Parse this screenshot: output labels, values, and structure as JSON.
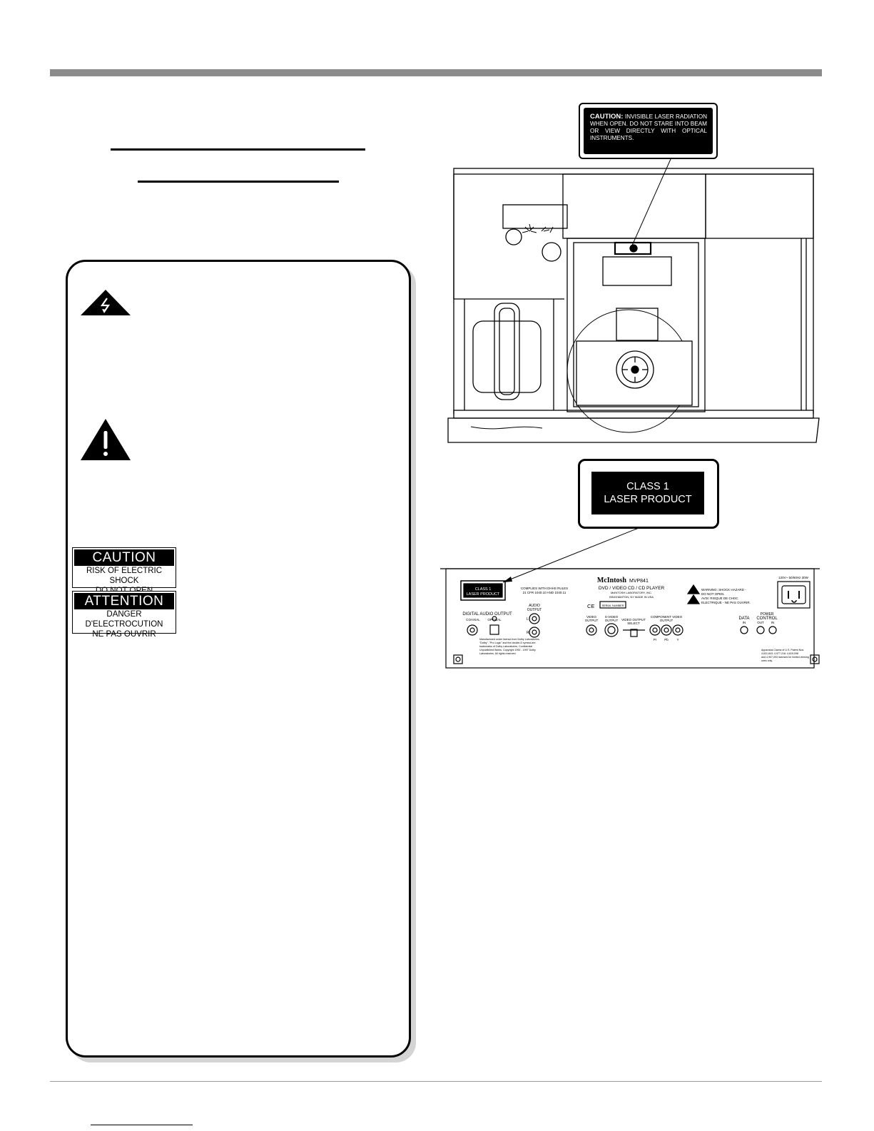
{
  "stickers": {
    "caution": {
      "head": "CAUTION",
      "line1": "RISK OF ELECTRIC SHOCK",
      "line2": "DO NOT OPEN"
    },
    "attention": {
      "head": "ATTENTION",
      "line1": "DANGER D'ELECTROCUTION",
      "line2": "NE PAS OUVRIR"
    }
  },
  "laser_caution_label": {
    "lead": "CAUTION:",
    "text": "INVISIBLE LASER RADIATION WHEN OPEN. DO NOT STARE INTO BEAM OR VIEW DIRECTLY WITH OPTICAL INSTRUMENTS."
  },
  "class1_label": {
    "line1": "CLASS 1",
    "line2": "LASER PRODUCT"
  },
  "rear_panel": {
    "class_label_1": "CLASS 1",
    "class_label_2": "LASER PRODUCT",
    "complies_1": "COMPLIES WITH DHHS RULES",
    "complies_2": "21 CFR 1040.10 AND 1040.11",
    "brand": "McIntosh",
    "model": "MVP841",
    "product": "DVD / VIDEO CD / CD PLAYER",
    "maker_1": "McINTOSH LABORATORY, INC.",
    "maker_2": "BINGHAMTON, NY   MADE IN USA",
    "ce_mark": "CE",
    "serial": "SERIAL NUMBER",
    "warning_1": "WARNING: SHOCK HAZARD -",
    "warning_2": "DO NOT OPEN.",
    "warning_3": "AVIS: RISQUE DE CHOC",
    "warning_4": "ELECTRIQUE - NE PAS OUVRIR.",
    "power_rating": "120V~ 50/60Hz 30W",
    "digital_audio_output": "DIGITAL AUDIO OUTPUT",
    "coaxial": "COAXIAL",
    "optical": "OPTICAL",
    "audio_output_1": "AUDIO",
    "audio_output_2": "OUTPUT",
    "left": "L",
    "right": "R",
    "video_output_1": "VIDEO",
    "video_output_2": "OUTPUT",
    "svideo_output_1": "S-VIDEO",
    "svideo_output_2": "OUTPUT",
    "video_output_select_1": "VIDEO OUTPUT",
    "video_output_select_2": "SELECT",
    "component_video_1": "COMPONENT VIDEO",
    "component_video_2": "OUTPUT",
    "pr": "Pr",
    "pb": "Pb",
    "y": "Y",
    "data": "DATA",
    "data_in": "IN",
    "power_control_1": "POWER",
    "power_control_2": "CONTROL",
    "pc_out": "OUT",
    "pc_in": "IN",
    "dolby_1": "Manufactured under license from Dolby Laboratories.",
    "dolby_2": "\"Dolby\", \"Pro Logic\" and the double-D symbol are",
    "dolby_3": "trademarks of Dolby Laboratories. Confidential",
    "dolby_4": "Unpublished Works. Copyright 1992 - 1997 Dolby",
    "dolby_5": "Laboratories. All rights reserved.",
    "patent_1": "Apparatus Claims of U.S. Patent Nos.",
    "patent_2": "4,631,603; 4,577,216; 4,819,098",
    "patent_3": "and 4,907,093 licensed for limited viewing",
    "patent_4": "uses only."
  }
}
